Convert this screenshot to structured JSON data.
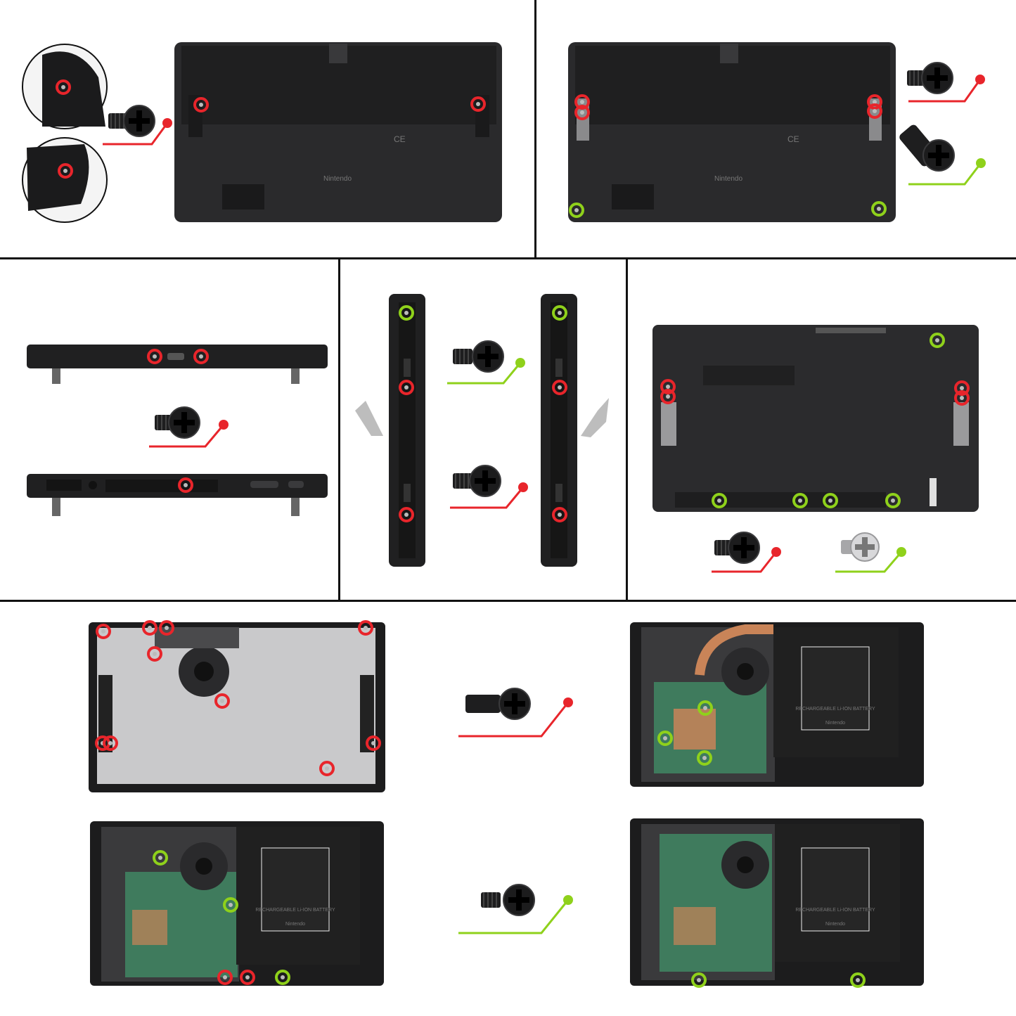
{
  "colors": {
    "red": "#e8252b",
    "green": "#8fd11b",
    "panel_border": "#111111",
    "device_dark": "#2a2a2c",
    "device_darker": "#1a1a1b",
    "shield_metal": "#c9c9cb",
    "board_green": "#3f7b5d",
    "battery_black": "#202020"
  },
  "labels": {
    "kickstand_brand": "Nintendo",
    "kickstand_brand_2": "Nintendo",
    "battery_label_1": "Nintendo",
    "battery_label_2": "Nintendo",
    "battery_label_3": "Nintendo",
    "battery_text_1": "RECHARGEABLE Li-ION BATTERY",
    "battery_text_2": "RECHARGEABLE Li-ION BATTERY",
    "battery_text_3": "RECHARGEABLE Li-ION BATTERY"
  },
  "icons": {
    "screw_black": "screw-black-icon",
    "screw_black_long": "screw-black-long-icon",
    "screw_silver": "screw-silver-icon",
    "leader_line": "leader-line-icon"
  }
}
